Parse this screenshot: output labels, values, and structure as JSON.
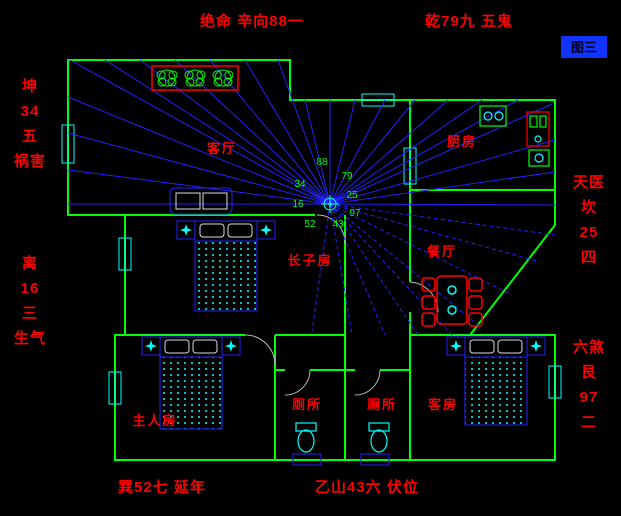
{
  "figure_tag": "图三",
  "annotations": {
    "top_left": "绝命 辛向88一",
    "top_right": "乾79九 五鬼",
    "bottom_left": "巽52七 延年",
    "bottom_right": "乙山43六 伏位",
    "left_top": [
      "坤",
      "34",
      "五",
      "祸害"
    ],
    "left_bottom": [
      "离",
      "16",
      "三",
      "生气"
    ],
    "right_top": [
      "天医",
      "坎",
      "25",
      "四"
    ],
    "right_bottom": [
      "六煞",
      "艮",
      "97",
      "二"
    ]
  },
  "rooms": {
    "living": "客厅",
    "kitchen": "厨房",
    "dining": "餐厅",
    "eldest_son": "长子房",
    "master": "主人房",
    "toilet_left": "厕所",
    "toilet_right": "厕所",
    "guest": "客房"
  },
  "compass_numbers": {
    "n88": "88",
    "n79": "79",
    "n34": "34",
    "n25": "25",
    "n16": "16",
    "n97": "97",
    "n43": "43",
    "n52": "52"
  },
  "colors": {
    "background": "#000000",
    "wall": "#00ff00",
    "ray": "#2222ff",
    "annotation": "#ff0000",
    "fixture": "#00ffff",
    "tag_background": "#1133ff"
  }
}
